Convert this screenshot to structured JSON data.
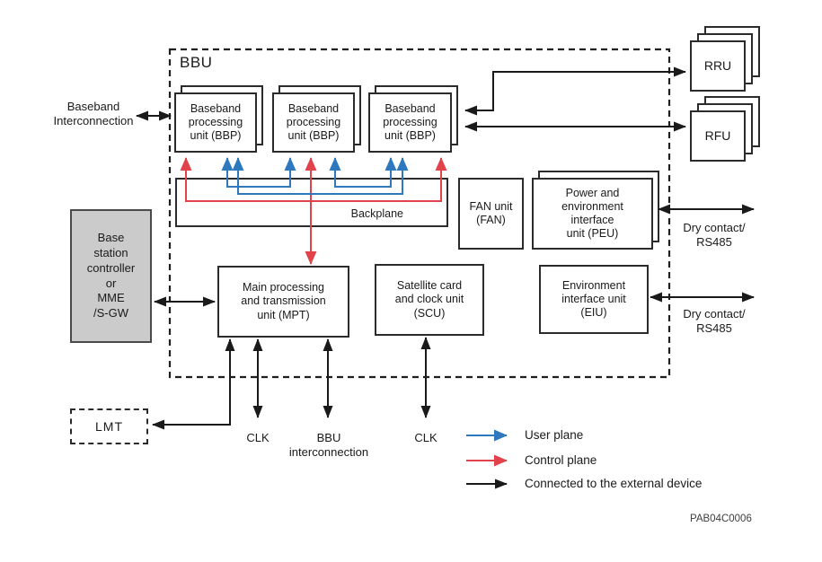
{
  "colors": {
    "user_plane_blue": "#2e78bd",
    "control_plane_red": "#e2434b",
    "external_black": "#1a1a1a",
    "box_border": "#2b2b2b",
    "controller_fill": "#cbcbcb"
  },
  "bbu": {
    "label": "BBU",
    "bbp_units": [
      "Baseband\nprocessing\nunit (BBP)",
      "Baseband\nprocessing\nunit (BBP)",
      "Baseband\nprocessing\nunit (BBP)"
    ],
    "backplane": "Backplane",
    "fan": "FAN unit\n(FAN)",
    "peu": "Power and\nenvironment\ninterface\nunit (PEU)",
    "mpt": "Main processing\nand transmission\nunit (MPT)",
    "scu": "Satellite card\nand clock unit\n(SCU)",
    "eiu": "Environment\ninterface unit\n(EIU)"
  },
  "external": {
    "baseband_interconnection": "Baseband\nInterconnection",
    "base_station_controller": "Base\nstation\ncontroller\nor\nMME\n/S-GW",
    "lmt": "LMT",
    "rru": "RRU",
    "rfu": "RFU",
    "dry_contact_rs485_top": "Dry contact/\nRS485",
    "dry_contact_rs485_bottom": "Dry contact/\nRS485",
    "clk_mpt": "CLK",
    "bbu_interconnection": "BBU\ninterconnection",
    "clk_scu": "CLK"
  },
  "legend": {
    "user_plane": "User plane",
    "control_plane": "Control plane",
    "external_device": "Connected to the external device"
  },
  "figure_id": "PAB04C0006"
}
